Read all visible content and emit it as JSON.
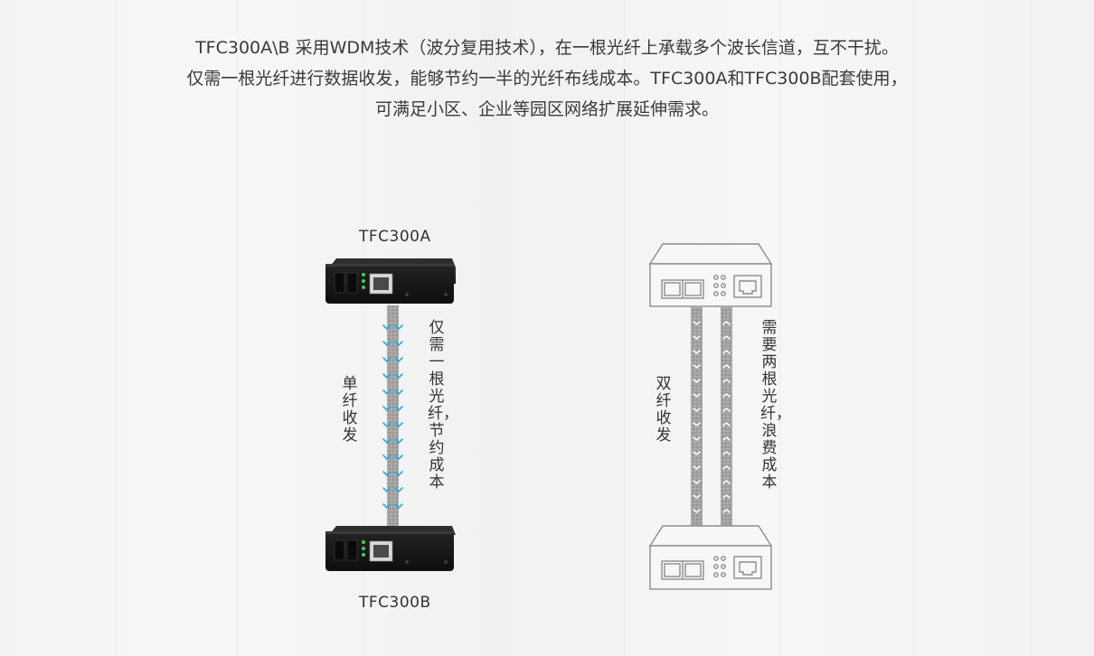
{
  "intro": {
    "line1": "TFC300A\\B 采用WDM技术（波分复用技术），在一根光纤上承载多个波长信道，互不干扰。",
    "line2": "仅需一根光纤进行数据收发，能够节约一半的光纤布线成本。TFC300A和TFC300B配套使用，",
    "line3": "可满足小区、企业等园区网络扩展延伸需求。"
  },
  "single_fiber": {
    "top_device_label": "TFC300A",
    "bottom_device_label": "TFC300B",
    "mode_label": "单纤收发",
    "note": "仅需一根光纤，节约成本"
  },
  "dual_fiber": {
    "mode_label": "双纤收发",
    "note": "需要两根光纤，浪费成本"
  },
  "colors": {
    "fiber_gray": "#9a9a9a",
    "arrow_blue": "#29a9e0",
    "device_black": "#1c1c1c",
    "outline_gray": "#8c8c8c"
  }
}
